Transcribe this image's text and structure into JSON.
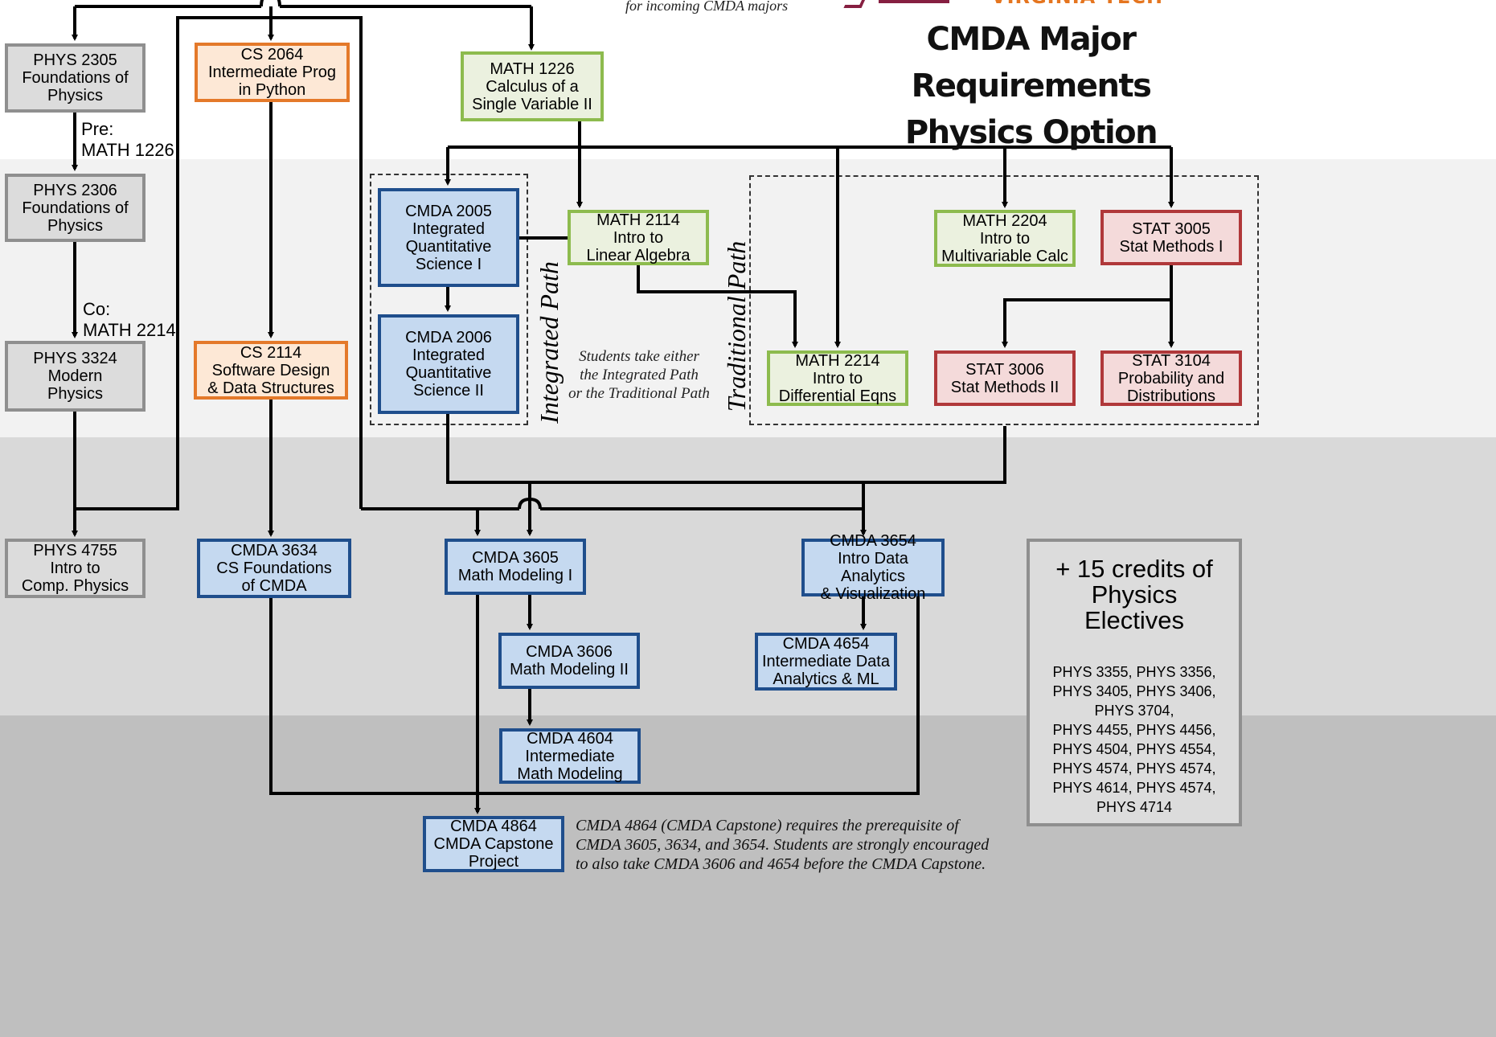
{
  "header": {
    "note": "for incoming CMDA majors",
    "logo_text": "VIRGINIA TECH",
    "title_line1": "CMDA Major Requirements",
    "title_line2": "Physics Option"
  },
  "courses": {
    "phys2305": [
      "PHYS 2305",
      "Foundations of",
      "Physics"
    ],
    "phys2306": [
      "PHYS 2306",
      "Foundations of",
      "Physics"
    ],
    "phys3324": [
      "PHYS 3324",
      "Modern",
      "Physics"
    ],
    "phys4755": [
      "PHYS 4755",
      "Intro to",
      "Comp. Physics"
    ],
    "cs2064": [
      "CS 2064",
      "Intermediate Prog",
      "in Python"
    ],
    "cs2114": [
      "CS 2114",
      "Software Design",
      "& Data Structures"
    ],
    "cmda3634": [
      "CMDA 3634",
      "CS Foundations",
      "of CMDA"
    ],
    "math1226": [
      "MATH 1226",
      "Calculus of a",
      "Single Variable II"
    ],
    "cmda2005": [
      "CMDA 2005",
      "Integrated",
      "Quantitative",
      "Science I"
    ],
    "cmda2006": [
      "CMDA 2006",
      "Integrated",
      "Quantitative",
      "Science II"
    ],
    "math2114": [
      "MATH 2114",
      "Intro to",
      "Linear Algebra"
    ],
    "math2204": [
      "MATH 2204",
      "Intro to",
      "Multivariable Calc"
    ],
    "stat3005": [
      "STAT 3005",
      "Stat Methods I"
    ],
    "math2214": [
      "MATH 2214",
      "Intro to",
      "Differential Eqns"
    ],
    "stat3006": [
      "STAT 3006",
      "Stat Methods II"
    ],
    "stat3104": [
      "STAT 3104",
      "Probability and",
      "Distributions"
    ],
    "cmda3605": [
      "CMDA 3605",
      "Math Modeling I"
    ],
    "cmda3606": [
      "CMDA 3606",
      "Math Modeling II"
    ],
    "cmda4604": [
      "CMDA 4604",
      "Intermediate",
      "Math Modeling"
    ],
    "cmda3654": [
      "CMDA 3654",
      "Intro Data Analytics",
      "& Visualization"
    ],
    "cmda4654": [
      "CMDA 4654",
      "Intermediate Data",
      "Analytics & ML"
    ],
    "cmda4864": [
      "CMDA 4864",
      "CMDA Capstone",
      "Project"
    ]
  },
  "labels": {
    "pre": "Pre:",
    "pre_course": "MATH 1226",
    "co": "Co:",
    "co_course": "MATH 2214",
    "integrated_path": "Integrated Path",
    "traditional_path": "Traditional Path",
    "path_note": [
      "Students take either",
      "the Integrated Path",
      "or the Traditional Path"
    ],
    "capstone_note": [
      "CMDA 4864 (CMDA Capstone) requires the prerequisite of",
      "CMDA 3605, 3634, and 3654.  Students are strongly encouraged",
      "to also take CMDA 3606 and 4654 before the CMDA Capstone."
    ]
  },
  "electives": {
    "heading": [
      "+ 15 credits of",
      "Physics",
      "Electives"
    ],
    "list": [
      "PHYS 3355, PHYS 3356,",
      "PHYS 3405, PHYS 3406,",
      "PHYS 3704,",
      "PHYS 4455, PHYS 4456,",
      "PHYS 4504, PHYS 4554,",
      "PHYS 4574, PHYS 4574,",
      "PHYS 4614, PHYS 4574,",
      "PHYS 4714"
    ]
  },
  "colors": {
    "band_1": "#ffffff",
    "band_2": "#f2f2f2",
    "band_3": "#d9d9d9",
    "band_4": "#bfbfbf",
    "physics": "#dcdcdc",
    "cs": "#fde8d6",
    "math": "#ebf1df",
    "cmda": "#c5d9f0",
    "stat": "#f4dada",
    "vt_maroon": "#861f41",
    "vt_orange": "#e5751f"
  }
}
